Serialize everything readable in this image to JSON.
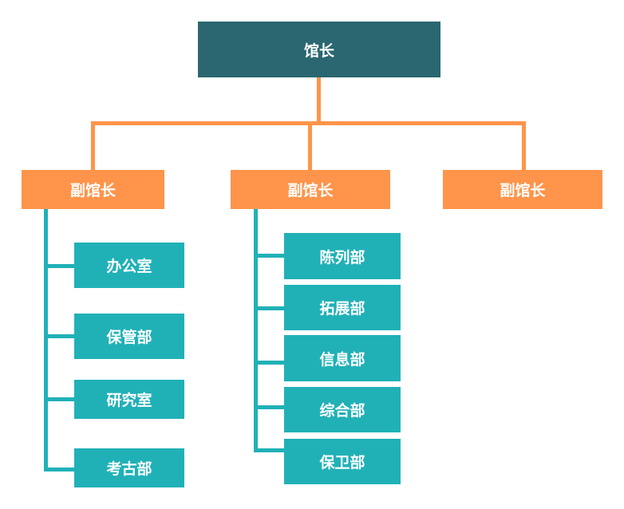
{
  "root": {
    "label": "馆长"
  },
  "vps": [
    {
      "label": "副馆长"
    },
    {
      "label": "副馆长"
    },
    {
      "label": "副馆长"
    }
  ],
  "depts_left": [
    {
      "label": "办公室"
    },
    {
      "label": "保管部"
    },
    {
      "label": "研究室"
    },
    {
      "label": "考古部"
    }
  ],
  "depts_mid": [
    {
      "label": "陈列部"
    },
    {
      "label": "拓展部"
    },
    {
      "label": "信息部"
    },
    {
      "label": "综合部"
    },
    {
      "label": "保卫部"
    }
  ],
  "colors": {
    "root": "#2a6770",
    "vp": "#ff944a",
    "dept": "#20b1b7",
    "connector_top": "#ff944a",
    "connector_dept": "#20b1b7"
  }
}
